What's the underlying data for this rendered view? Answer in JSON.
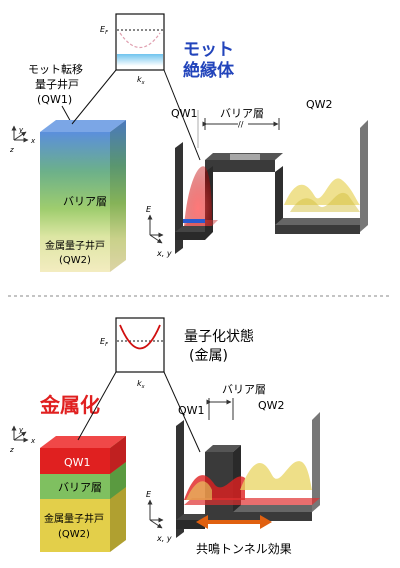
{
  "top": {
    "inset": {
      "ef": "E",
      "ef_sub": "F",
      "kx": "k",
      "kx_sub": "x"
    },
    "title_line1": "モット",
    "title_line2": "絶縁体",
    "block_label": [
      "モット転移",
      "量子井戸",
      "(QW1)"
    ],
    "barrier_label": "バリア層",
    "metal_label": [
      "金属量子井戸",
      "(QW2)"
    ],
    "axes3d": {
      "y": "y",
      "x": "x",
      "z": "z"
    },
    "axes_right": {
      "e": "E",
      "xy": "x, y"
    },
    "qw1": "QW1",
    "barrier": "バリア層",
    "qw2": "QW2",
    "break_mark": "//",
    "colors": {
      "title": "#2244bb",
      "qw1": "#5a8fd6",
      "barrier": "#8fc46a",
      "metal": "#ece4a6"
    }
  },
  "bottom": {
    "inset": {
      "ef": "E",
      "ef_sub": "F",
      "kx": "k",
      "kx_sub": "x"
    },
    "state_line1": "量子化状態",
    "state_line2": "(金属)",
    "metallization": "金属化",
    "qw1": "QW1",
    "barrier_label": "バリア層",
    "metal_label": [
      "金属量子井戸",
      "(QW2)"
    ],
    "axes3d": {
      "y": "y",
      "x": "x",
      "z": "z"
    },
    "axes_right": {
      "e": "E",
      "xy": "x, y"
    },
    "r_barrier": "バリア層",
    "r_qw1": "QW1",
    "r_qw2": "QW2",
    "tunnel": "共鳴トンネル効果",
    "colors": {
      "title": "#e02020",
      "qw1": "#e02020",
      "barrier": "#7fc060",
      "metal": "#e3cf4a"
    }
  }
}
